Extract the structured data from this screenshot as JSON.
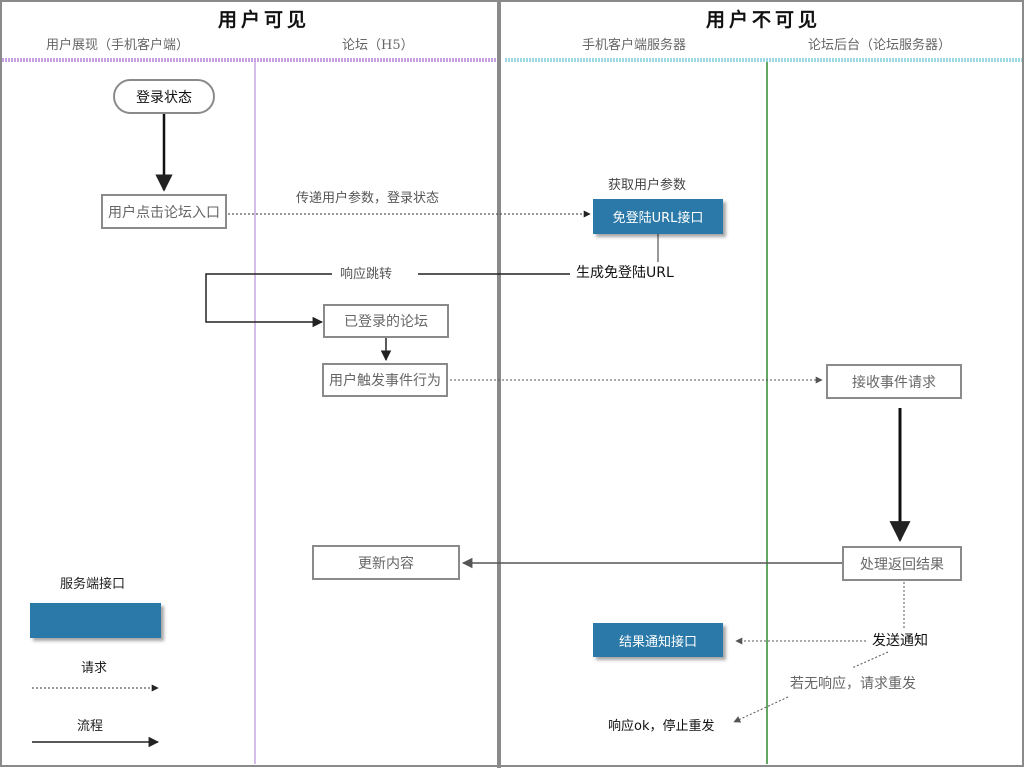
{
  "sections": {
    "user_visible": "用户可见",
    "user_invisible": "用户不可见"
  },
  "lanes": {
    "user_display": "用户展现（手机客户端）",
    "forum_h5": "论坛（H5）",
    "client_server": "手机客户端服务器",
    "forum_backend": "论坛后台（论坛服务器）"
  },
  "nodes": {
    "login_state": "登录状态",
    "click_forum_entry": "用户点击论坛入口",
    "free_login_url_api": "免登陆URL接口",
    "logged_in_forum": "已登录的论坛",
    "user_trigger_event": "用户触发事件行为",
    "receive_event_request": "接收事件请求",
    "process_return_result": "处理返回结果",
    "update_content": "更新内容",
    "result_notify_api": "结果通知接口"
  },
  "edge_labels": {
    "pass_user_params": "传递用户参数，登录状态",
    "get_user_params": "获取用户参数",
    "response_redirect": "响应跳转",
    "generate_free_login_url": "生成免登陆URL",
    "send_notification": "发送通知",
    "retry_if_no_response": "若无响应，请求重发",
    "response_ok_stop": "响应ok，停止重发"
  },
  "legend": {
    "server_api": "服务端接口",
    "request": "请求",
    "flow": "流程"
  },
  "colors": {
    "api_fill": "#2a79a8",
    "user_visible_band": "#c8a0e0",
    "user_invisible_band": "#9ed8e2",
    "lane_divider_left": "#c8a8e6",
    "lane_divider_right": "#2e8b2e",
    "section_divider": "#8a8a8a"
  }
}
